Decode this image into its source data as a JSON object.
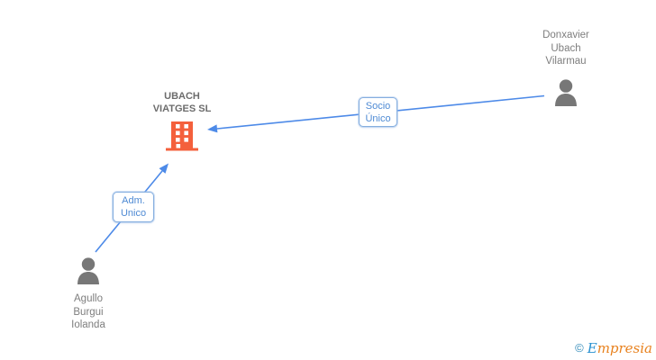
{
  "company": {
    "name": [
      "UBACH",
      "VIATGES SL"
    ]
  },
  "persons": {
    "donxavier": {
      "name": [
        "Donxavier",
        "Ubach",
        "Vilarmau"
      ]
    },
    "agullo": {
      "name": [
        "Agullo",
        "Burgui",
        "Iolanda"
      ]
    }
  },
  "relations": {
    "socio": {
      "label": [
        "Socio",
        "Único"
      ]
    },
    "adm": {
      "label": [
        "Adm.",
        "Unico"
      ]
    }
  },
  "logo": {
    "copyright": "©",
    "brand_initial": "E",
    "brand_rest": "mpresia"
  },
  "colors": {
    "line-blue": "#4d8ae8",
    "label-blue": "#4e8ad4",
    "label-border": "#85aedf",
    "building-orange": "#f4603c",
    "person-gray": "#777777",
    "text-gray": "#7e7e7e",
    "company-gray": "#6c6c6c",
    "logo-blue": "#2991d0",
    "logo-copyright": "#2e89b8",
    "logo-orange": "#e8821f"
  }
}
